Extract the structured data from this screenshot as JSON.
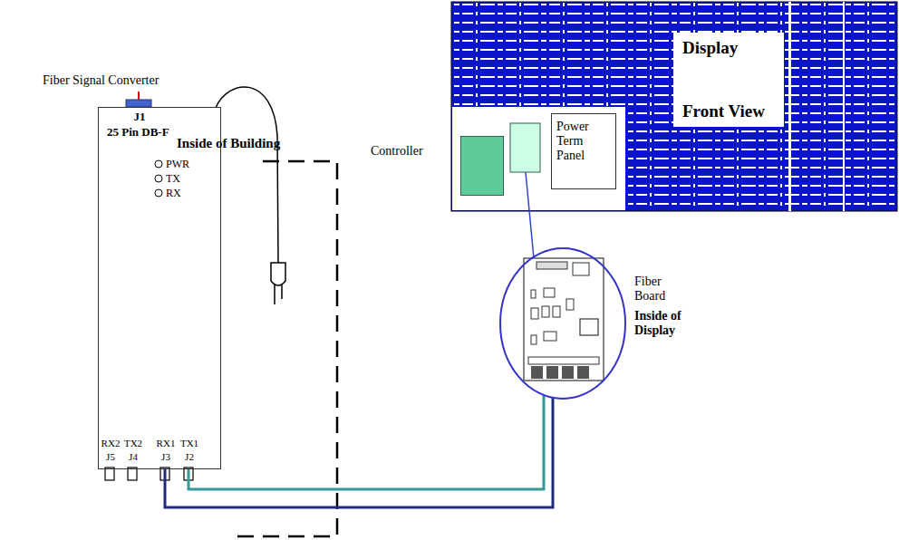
{
  "diagram": {
    "nodes": [
      {
        "text": [
          "Display",
          "Front View"
        ]
      },
      {
        "text": [
          "Controller"
        ],
        "in": 0
      },
      {
        "text": [
          "Power Term Panel"
        ],
        "in": 0
      },
      {
        "text": [
          "Fiber Signal Converter",
          "J1",
          "25 Pin DB-F",
          "PWR",
          "TX",
          "RX",
          "RX2",
          "J5",
          "TX2",
          "J4",
          "RX1",
          "J3",
          "TX1",
          "J2"
        ]
      },
      {
        "text": [
          "Fiber Board",
          "Inside of Display"
        ]
      }
    ],
    "edges": [
      {
        "from": 3,
        "to": 4,
        "arrow": "none"
      },
      {
        "from": 3,
        "to": 4,
        "arrow": "none"
      }
    ],
    "labels": [
      "Inside of Building"
    ]
  }
}
